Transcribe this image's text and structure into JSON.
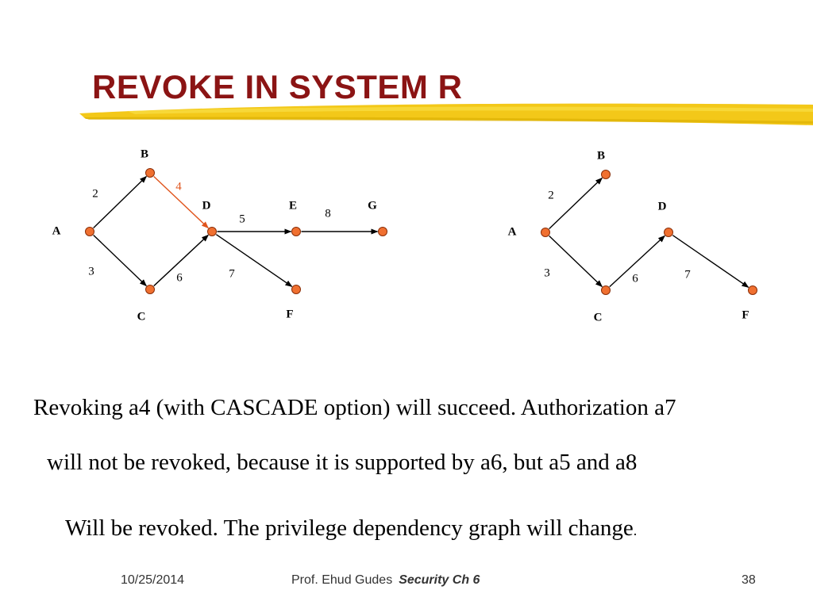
{
  "slide": {
    "title": "REVOKE IN SYSTEM R",
    "colors": {
      "title": "#8b1414",
      "highlight": "#f2c200",
      "node_fill": "#f07030",
      "revoked_edge": "#e0541c"
    }
  },
  "graph_before": {
    "nodes": [
      {
        "id": "A",
        "label": "A"
      },
      {
        "id": "B",
        "label": "B"
      },
      {
        "id": "C",
        "label": "C"
      },
      {
        "id": "D",
        "label": "D"
      },
      {
        "id": "E",
        "label": "E"
      },
      {
        "id": "F",
        "label": "F"
      },
      {
        "id": "G",
        "label": "G"
      }
    ],
    "edges": [
      {
        "from": "A",
        "to": "B",
        "label": "2",
        "highlighted": false
      },
      {
        "from": "A",
        "to": "C",
        "label": "3",
        "highlighted": false
      },
      {
        "from": "B",
        "to": "D",
        "label": "4",
        "highlighted": true
      },
      {
        "from": "D",
        "to": "E",
        "label": "5",
        "highlighted": false
      },
      {
        "from": "C",
        "to": "D",
        "label": "6",
        "highlighted": false
      },
      {
        "from": "D",
        "to": "F",
        "label": "7",
        "highlighted": false
      },
      {
        "from": "E",
        "to": "G",
        "label": "8",
        "highlighted": false
      }
    ]
  },
  "graph_after": {
    "nodes": [
      {
        "id": "A",
        "label": "A"
      },
      {
        "id": "B",
        "label": "B"
      },
      {
        "id": "C",
        "label": "C"
      },
      {
        "id": "D",
        "label": "D"
      },
      {
        "id": "F",
        "label": "F"
      }
    ],
    "edges": [
      {
        "from": "A",
        "to": "B",
        "label": "2",
        "highlighted": false
      },
      {
        "from": "A",
        "to": "C",
        "label": "3",
        "highlighted": false
      },
      {
        "from": "C",
        "to": "D",
        "label": "6",
        "highlighted": false
      },
      {
        "from": "D",
        "to": "F",
        "label": "7",
        "highlighted": false
      }
    ]
  },
  "body": {
    "line1": "Revoking a4 (with CASCADE option) will succeed. Authorization a7",
    "line2": "will not be revoked, because it is supported by a6, but a5 and a8",
    "line3": "Will be revoked. The privilege dependency graph will change",
    "line3_end": "."
  },
  "footer": {
    "date": "10/25/2014",
    "author": "Prof. Ehud Gudes",
    "course": "Security  Ch 6",
    "page": "38"
  }
}
